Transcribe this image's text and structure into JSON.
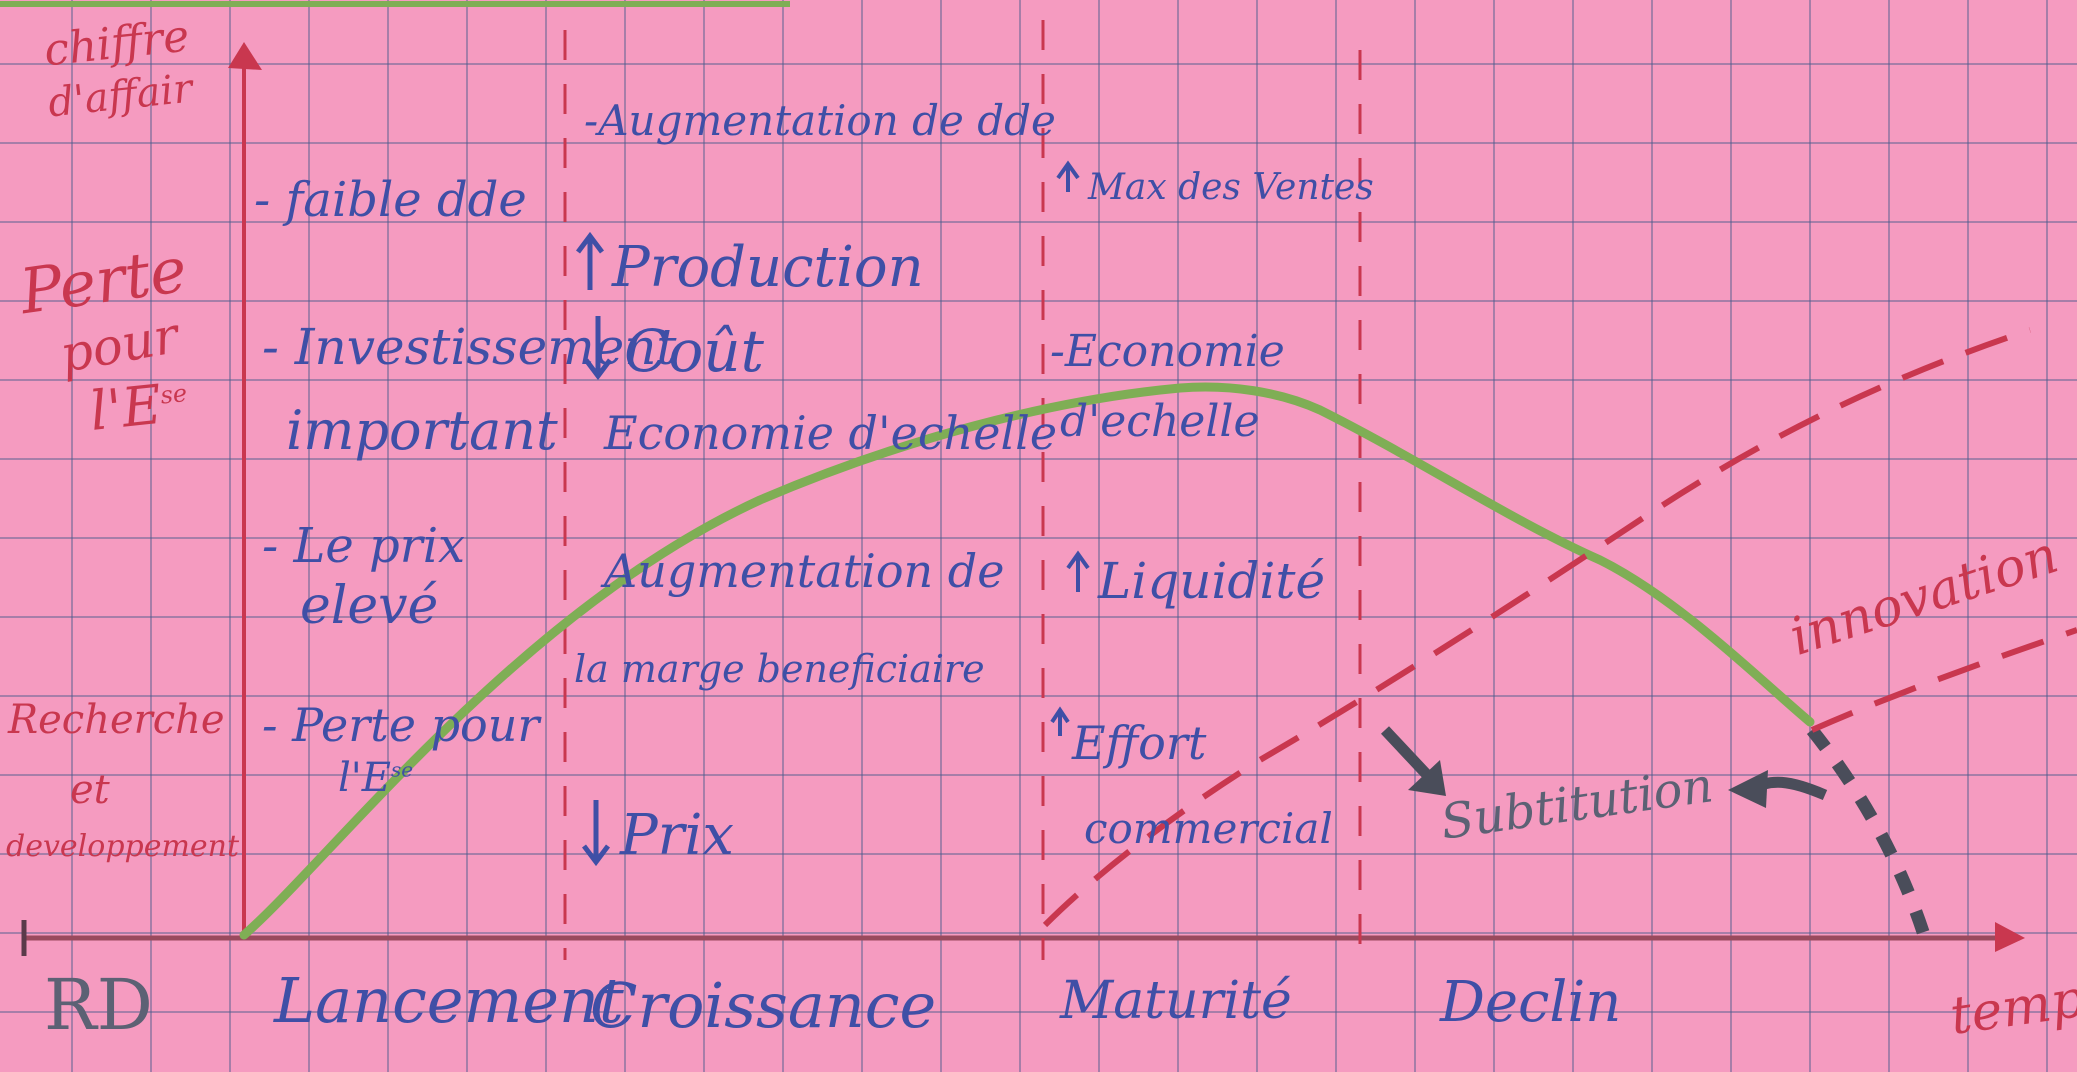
{
  "axis": {
    "y_label_line1": "chiffre",
    "y_label_line2": "d'affair",
    "x_label": "temps",
    "loss_line1": "Perte",
    "loss_line2": "pour",
    "loss_line3": "l'E",
    "loss_line3_sup": "se"
  },
  "stages": {
    "rd_desc_line1": "Recherche",
    "rd_desc_line2": "et",
    "rd_desc_line3": "developpement",
    "rd": "RD",
    "lancement": "Lancement",
    "croissance": "Croissance",
    "maturite": "Maturité",
    "declin": "Declin"
  },
  "lancement_notes": {
    "n1": "- faible dde",
    "n2a": "- Investissement",
    "n2b": "important",
    "n3a": "- Le prix",
    "n3b": "elevé",
    "n4a": "- Perte pour",
    "n4b": "l'E",
    "n4b_sup": "se"
  },
  "croissance_notes": {
    "n1": "-Augmentation de dde",
    "n2": "Production",
    "n3": "Coût",
    "n4": "Economie d'echelle",
    "n5a": "Augmentation de",
    "n5b": "la marge beneficiaire",
    "n6": "Prix"
  },
  "maturite_notes": {
    "n1": "Max des Ventes",
    "n2a": "-Economie",
    "n2b": "d'echelle",
    "n3": "Liquidité",
    "n4a": "Effort",
    "n4b": "commercial"
  },
  "declin_notes": {
    "substitution": "Subtitution",
    "innovation": "innovation"
  },
  "colors": {
    "background": "#f59bc0",
    "grid": "#465a8c",
    "pen_blue": "#3f4fa6",
    "pen_red": "#c9374f",
    "curve_green": "#7fae55",
    "pen_gray": "#4a4d5a"
  }
}
